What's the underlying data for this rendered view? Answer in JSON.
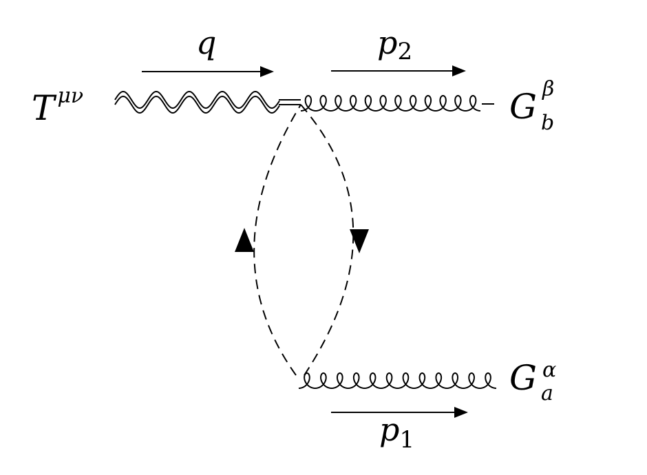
{
  "labels": {
    "source": {
      "main": "T",
      "sup": "μν"
    },
    "momentum_q": "q",
    "momentum_p2": {
      "main": "p",
      "sub": "2"
    },
    "momentum_p1": {
      "main": "p",
      "sub": "1"
    },
    "gluon_b": {
      "main": "G",
      "sup": "β",
      "sub": "b"
    },
    "gluon_a": {
      "main": "G",
      "sup": "α",
      "sub": "a"
    }
  },
  "colors": {
    "ink": "#000000",
    "background": "#ffffff"
  }
}
